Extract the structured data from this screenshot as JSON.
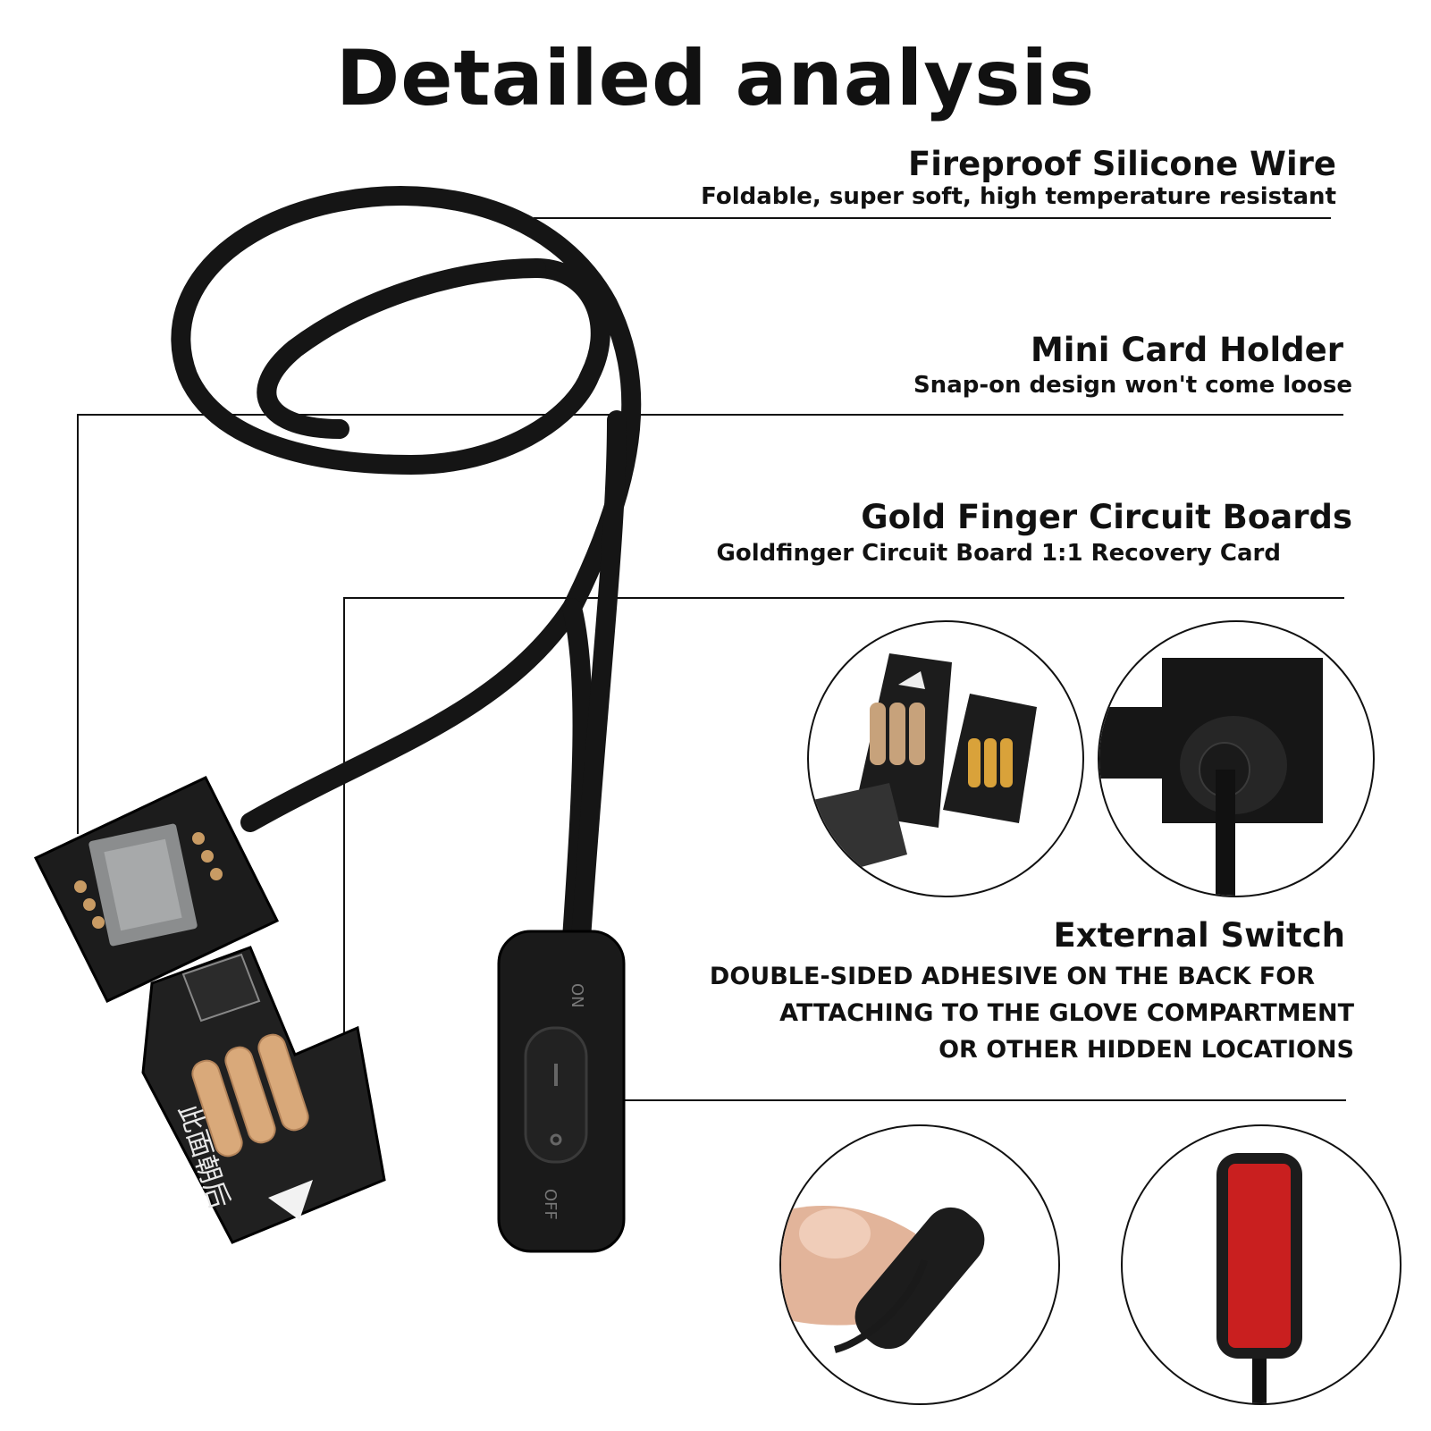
{
  "title": "Detailed analysis",
  "features": [
    {
      "heading": "Fireproof Silicone Wire",
      "sub": "Foldable, super soft, high temperature resistant"
    },
    {
      "heading": "Mini Card Holder",
      "sub": "Snap-on design won't come loose"
    },
    {
      "heading": "Gold Finger Circuit Boards",
      "sub": "Goldfinger Circuit Board 1:1 Recovery Card"
    },
    {
      "heading": "External Switch",
      "sub_lines": [
        "DOUBLE-SIDED ADHESIVE ON THE BACK FOR",
        "ATTACHING TO THE GLOVE COMPARTMENT",
        "OR OTHER HIDDEN LOCATIONS"
      ]
    }
  ],
  "card_text": "此面朝后",
  "switch_labels": {
    "on": "ON",
    "off": "OFF"
  }
}
